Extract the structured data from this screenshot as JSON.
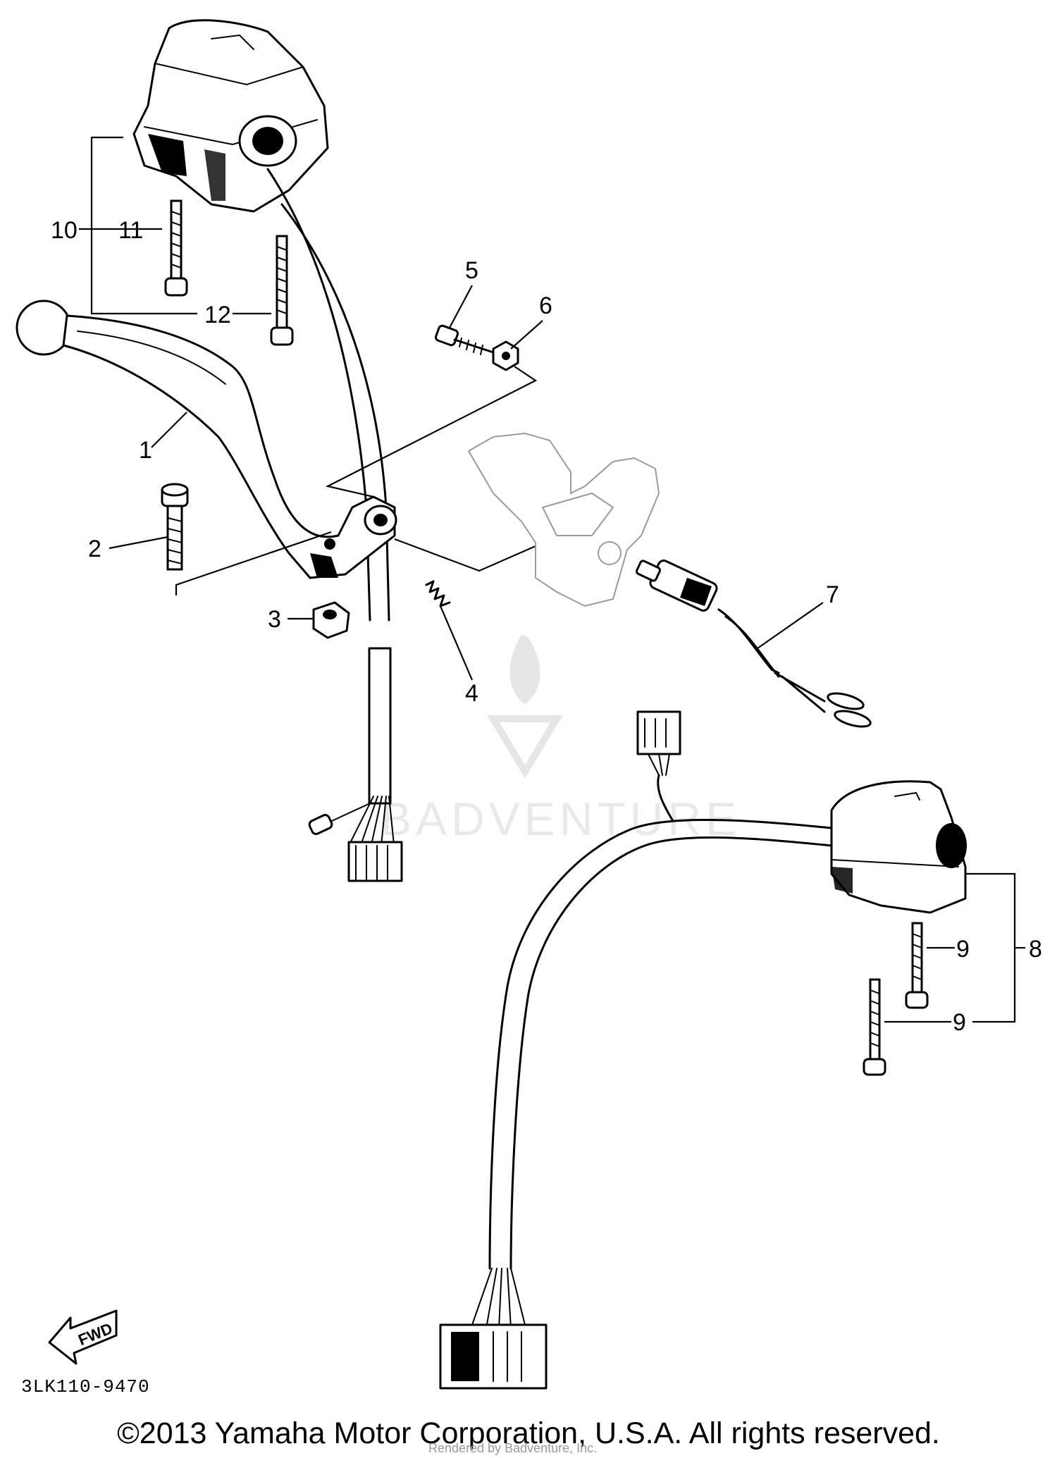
{
  "diagram": {
    "callouts": [
      {
        "id": "1",
        "label": "1"
      },
      {
        "id": "2",
        "label": "2"
      },
      {
        "id": "3",
        "label": "3"
      },
      {
        "id": "4",
        "label": "4"
      },
      {
        "id": "5",
        "label": "5"
      },
      {
        "id": "6",
        "label": "6"
      },
      {
        "id": "7",
        "label": "7"
      },
      {
        "id": "8",
        "label": "8"
      },
      {
        "id": "9a",
        "label": "9"
      },
      {
        "id": "9b",
        "label": "9"
      },
      {
        "id": "10",
        "label": "10"
      },
      {
        "id": "11",
        "label": "11"
      },
      {
        "id": "12",
        "label": "12"
      }
    ],
    "fwd_arrow_label": "FWD",
    "diagram_code": "3LK110-9470"
  },
  "footer": {
    "copyright": "©2013 Yamaha Motor Corporation, U.S.A. All rights reserved.",
    "watermark_brand": "BADVENTURE",
    "rendered_by": "Rendered by Badventure, Inc."
  }
}
